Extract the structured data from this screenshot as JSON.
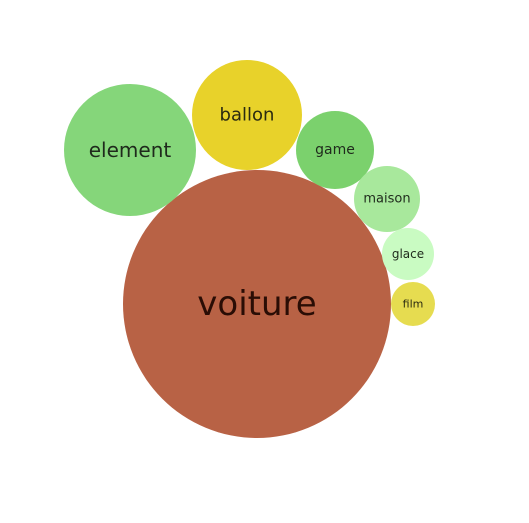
{
  "chart_data": {
    "type": "bubble",
    "title": "",
    "items": [
      {
        "label": "voiture",
        "color": "#b86245",
        "text_color": "#2a0d05"
      },
      {
        "label": "element",
        "color": "#85d67a",
        "text_color": "#1f2a1c"
      },
      {
        "label": "ballon",
        "color": "#e8d22a",
        "text_color": "#2a2a10"
      },
      {
        "label": "game",
        "color": "#7bd16d",
        "text_color": "#1f2a1c"
      },
      {
        "label": "maison",
        "color": "#a8e89c",
        "text_color": "#1f2a1c"
      },
      {
        "label": "glace",
        "color": "#c9fbc2",
        "text_color": "#1f2a1c"
      },
      {
        "label": "film",
        "color": "#e6dc50",
        "text_color": "#2a2a10"
      }
    ]
  }
}
